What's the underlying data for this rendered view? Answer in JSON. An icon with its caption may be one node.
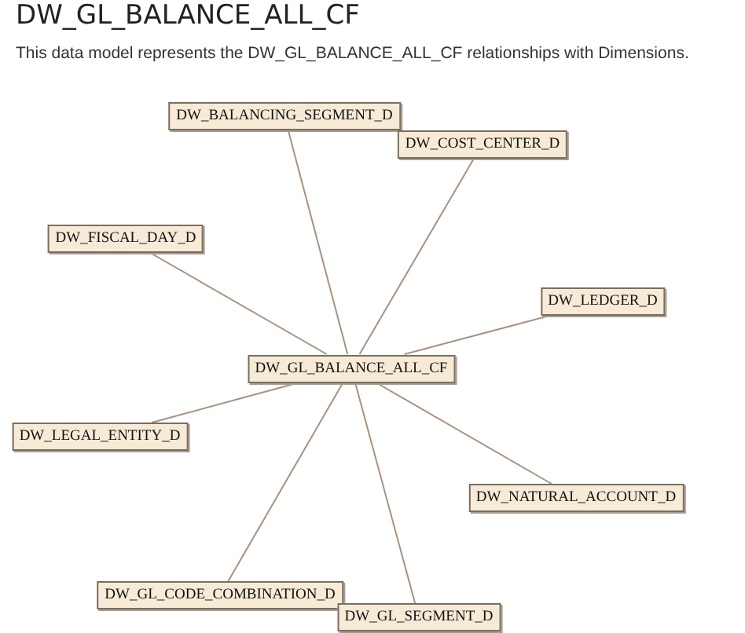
{
  "diagram": {
    "title": "DW_GL_BALANCE_ALL_CF",
    "caption": "This data model represents the DW_GL_BALANCE_ALL_CF relationships with Dimensions.",
    "nodes": [
      {
        "text": [
          "DW_BALANCING_SEGMENT_D"
        ]
      },
      {
        "text": [
          "DW_COST_CENTER_D"
        ]
      },
      {
        "text": [
          "DW_FISCAL_DAY_D"
        ]
      },
      {
        "text": [
          "DW_LEDGER_D"
        ]
      },
      {
        "text": [
          "DW_GL_BALANCE_ALL_CF"
        ]
      },
      {
        "text": [
          "DW_LEGAL_ENTITY_D"
        ]
      },
      {
        "text": [
          "DW_NATURAL_ACCOUNT_D"
        ]
      },
      {
        "text": [
          "DW_GL_CODE_COMBINATION_D"
        ]
      },
      {
        "text": [
          "DW_GL_SEGMENT_D"
        ]
      }
    ],
    "edges": [
      {
        "from": 4,
        "to": 0,
        "arrow": "none"
      },
      {
        "from": 4,
        "to": 1,
        "arrow": "none"
      },
      {
        "from": 4,
        "to": 2,
        "arrow": "none"
      },
      {
        "from": 4,
        "to": 3,
        "arrow": "none"
      },
      {
        "from": 4,
        "to": 5,
        "arrow": "none"
      },
      {
        "from": 4,
        "to": 6,
        "arrow": "none"
      },
      {
        "from": 4,
        "to": 7,
        "arrow": "none"
      },
      {
        "from": 4,
        "to": 8,
        "arrow": "none"
      }
    ]
  }
}
